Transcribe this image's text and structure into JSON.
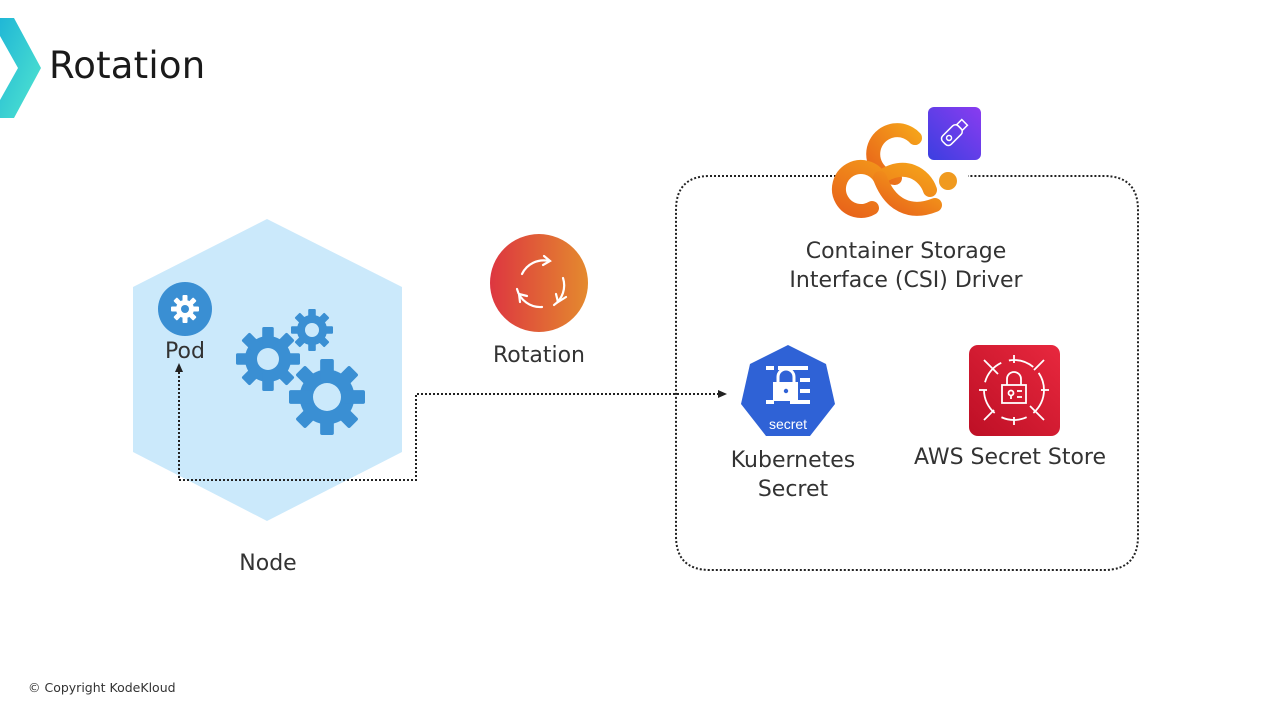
{
  "slide": {
    "title": "Rotation",
    "copyright": "© Copyright KodeKloud"
  },
  "node": {
    "label": "Node",
    "pod_label": "Pod",
    "pod_icon": "gear-icon",
    "workload_icon": "gears-icon"
  },
  "rotation": {
    "label": "Rotation",
    "icon": "rotate-arrows-icon"
  },
  "csi_driver": {
    "label_line1": "Container Storage",
    "label_line2": "Interface (CSI) Driver",
    "icon": "csi-logo-icon",
    "badge_icon": "usb-drive-icon"
  },
  "k8s_secret": {
    "label_line1": "Kubernetes",
    "label_line2": "Secret",
    "badge_text": "secret",
    "icon": "kubernetes-secret-icon"
  },
  "aws_store": {
    "label": "AWS Secret Store",
    "icon": "aws-secrets-manager-icon"
  },
  "colors": {
    "accent_teal": "#3fd9d0",
    "node_hex": "#cbe9fb",
    "gear_blue": "#3a8fd3",
    "rotation_red": "#e0403f",
    "rotation_orange": "#e3882f",
    "csi_orange": "#f08a1c",
    "usb_purple": "#5b36e0",
    "k8s_blue": "#2f62d6",
    "aws_red": "#d21b2f"
  }
}
